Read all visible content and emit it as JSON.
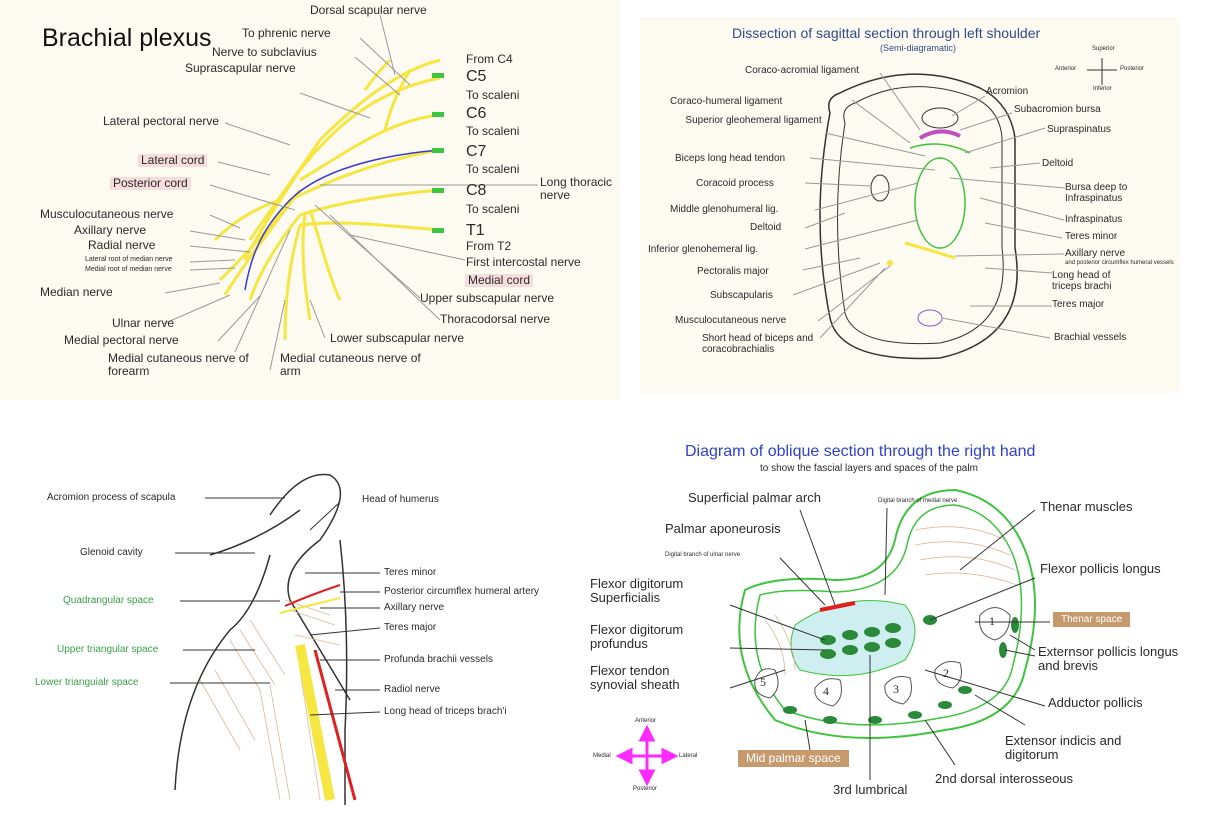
{
  "brachial": {
    "title": "Brachial plexus",
    "labels": {
      "dorsal_scapular": "Dorsal scapular nerve",
      "to_phrenic": "To phrenic nerve",
      "from_c4": "From C4",
      "nerve_subclavius": "Nerve to subclavius",
      "c5": "C5",
      "suprascapular": "Suprascapular nerve",
      "to_scaleni_1": "To scaleni",
      "c6": "C6",
      "lateral_pectoral": "Lateral pectoral nerve",
      "to_scaleni_2": "To scaleni",
      "c7": "C7",
      "lateral_cord": "Lateral cord",
      "to_scaleni_3": "To scaleni",
      "posterior_cord": "Posterior cord",
      "long_thoracic": "Long thoracic nerve",
      "c8": "C8",
      "musculocutaneous": "Musculocutaneous nerve",
      "to_scaleni_4": "To scaleni",
      "axillary": "Axillary nerve",
      "t1": "T1",
      "radial": "Radial nerve",
      "from_t2": "From T2",
      "lateral_root": "Lateral root of median nerve",
      "medial_root": "Medial root of median nerve",
      "first_intercostal": "First intercostal nerve",
      "median": "Median nerve",
      "medial_cord": "Medial cord",
      "upper_subscapular": "Upper subscapular nerve",
      "ulnar": "Ulnar nerve",
      "thoracodorsal": "Thoracodorsal nerve",
      "medial_pectoral": "Medial pectoral nerve",
      "lower_subscapular": "Lower subscapular nerve",
      "med_cut_forearm": "Medial cutaneous nerve of forearm",
      "med_cut_arm": "Medial cutaneous nerve of arm"
    },
    "colors": {
      "nerve": "#f5e642",
      "root_tip": "#3ec43e",
      "cord": "#3a3ad0",
      "leader": "#999999"
    }
  },
  "shoulder": {
    "title": "Dissection of sagittal section through left shoulder",
    "subtitle": "(Semi-diagramatic)",
    "compass": {
      "superior": "Superior",
      "inferior": "Inferior",
      "anterior": "Anterior",
      "posterior": "Posterior"
    },
    "labels": {
      "coraco_acromial": "Coraco-acromial ligament",
      "coraco_humeral": "Coraco-humeral ligament",
      "acromion": "Acromion",
      "sub_bursa": "Subacromion bursa",
      "sup_gleno": "Superior gleohemeral ligament",
      "supraspinatus": "Supraspinatus",
      "biceps_long": "Biceps long head tendon",
      "deltoid_r": "Deltoid",
      "coracoid": "Coracoid process",
      "bursa_deep": "Bursa deep to Infraspinatus",
      "middle_gleno": "Middle glenohumeral lig.",
      "infraspinatus": "Infraspinatus",
      "deltoid_l": "Deltoid",
      "teres_minor": "Teres minor",
      "inf_gleno": "Inferior glenohemeral lig.",
      "axillary": "Axillary nerve",
      "axillary_sub": "and posterior circumflex humeral vessels",
      "pect_major": "Pectoralis major",
      "long_head": "Long head of triceps brachi",
      "subscap": "Subscapularis",
      "teres_major": "Teres major",
      "musculo": "Musculocutaneous nerve",
      "short_head": "Short head of biceps and coracobrachialis",
      "brachial_vessels": "Brachial vessels"
    }
  },
  "spaces": {
    "labels": {
      "acromion": "Acromion process of scapula",
      "head_humerus": "Head of humerus",
      "glenoid": "Glenoid cavity",
      "teres_minor": "Teres minor",
      "quad": "Quadrangular space",
      "post_circ": "Posterior circumflex humeral artery",
      "axillary": "Axillary nerve",
      "teres_major": "Teres major",
      "upper_tri": "Upper triangular space",
      "profunda": "Profunda brachii vessels",
      "lower_tri": "Lower trianguialr space",
      "radial": "Radiol nerve",
      "long_head": "Long head of triceps brach'i"
    }
  },
  "hand": {
    "title": "Diagram of oblique section through the right hand",
    "subtitle": "to show the fascial layers and spaces of the palm",
    "labels": {
      "sup_arch": "Superficial palmar arch",
      "digital_medial": "Digital branch of medial nerve",
      "thenar_muscles": "Thenar muscles",
      "palmar_apon": "Palmar aponeurosis",
      "digital_ulnar": "Digital branch of ulnar nerve",
      "fds": "Flexor digitorum Superficialis",
      "fpl": "Flexor pollicis longus",
      "thenar_space": "Thenar space",
      "fdp": "Flexor digitorum profundus",
      "ext_poll": "Externsor pollicis longus and brevis",
      "flex_sheath": "Flexor tendon synovial sheath",
      "adductor": "Adductor pollicis",
      "ext_indicis": "Extensor indicis and digitorum",
      "mid_palmar": "Mid palmar space",
      "lumbrical": "3rd lumbrical",
      "dorsal_inter": "2nd dorsal interosseous",
      "n5": "5",
      "n4": "4",
      "n3": "3",
      "n2": "2",
      "n1": "1"
    },
    "compass": {
      "anterior": "Anterior",
      "posterior": "Posterior",
      "medial": "Medial",
      "lateral": "Lateral"
    }
  }
}
